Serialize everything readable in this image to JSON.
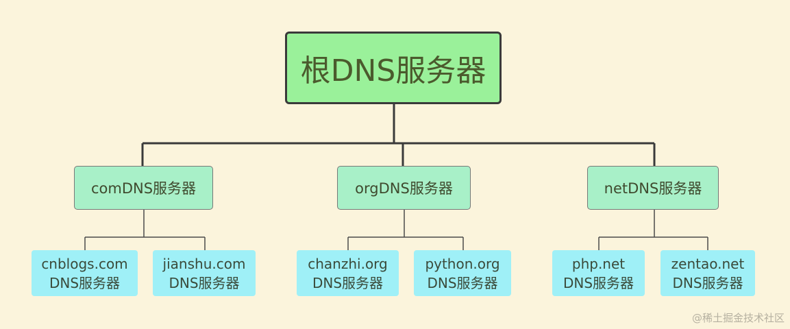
{
  "root": {
    "label": "根DNS服务器"
  },
  "level1": [
    {
      "label": "comDNS服务器"
    },
    {
      "label": "orgDNS服务器"
    },
    {
      "label": "netDNS服务器"
    }
  ],
  "leaves": [
    {
      "domain": "cnblogs.com",
      "label": "DNS服务器"
    },
    {
      "domain": "jianshu.com",
      "label": "DNS服务器"
    },
    {
      "domain": "chanzhi.org",
      "label": "DNS服务器"
    },
    {
      "domain": "python.org",
      "label": "DNS服务器"
    },
    {
      "domain": "php.net",
      "label": "DNS服务器"
    },
    {
      "domain": "zentao.net",
      "label": "DNS服务器"
    }
  ],
  "watermark": "@稀土掘金技术社区",
  "colors": {
    "background": "#fbf4dc",
    "root_fill": "#9af19a",
    "mid_fill": "#a8f0c8",
    "leaf_fill": "#9ff0f7",
    "connector": "#3a3a3a"
  }
}
